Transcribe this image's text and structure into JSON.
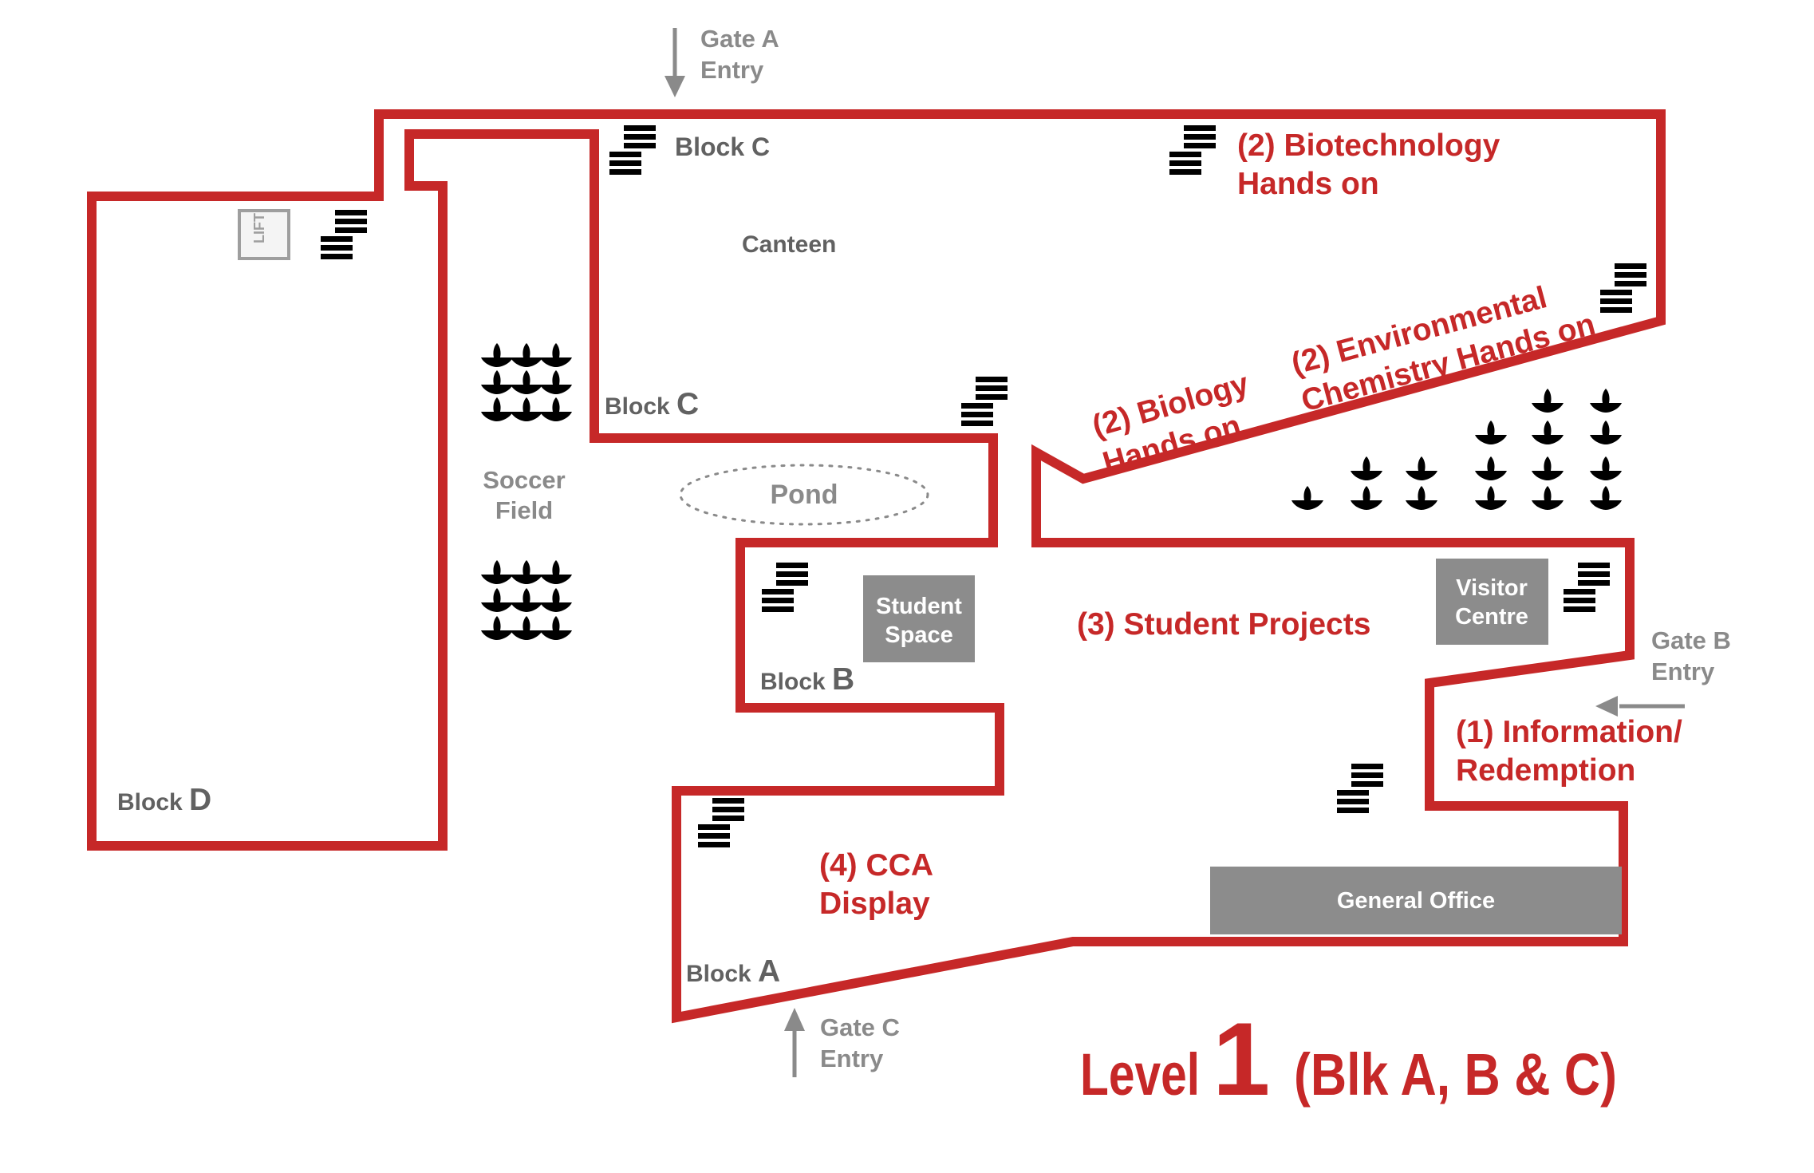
{
  "map": {
    "colors": {
      "outline": "#c62828",
      "grey": "#8a8a8a",
      "dark": "#616161",
      "room": "#8c8c8c"
    },
    "blocks": {
      "block_c_top": {
        "prefix": "Block ",
        "letter": "C"
      },
      "block_c_mid": {
        "prefix": "Block ",
        "letter": "C"
      },
      "block_b": {
        "prefix": "Block ",
        "letter": "B"
      },
      "block_a": {
        "prefix": "Block ",
        "letter": "A"
      },
      "block_d": {
        "prefix": "Block ",
        "letter": "D"
      }
    },
    "places": {
      "canteen": "Canteen",
      "soccer_field": [
        "Soccer",
        "Field"
      ],
      "pond": "Pond",
      "lift": "LIFT"
    },
    "rooms": {
      "student_space": [
        "Student",
        "Space"
      ],
      "visitor_centre": [
        "Visitor",
        "Centre"
      ],
      "general_office": "General Office"
    },
    "gates": {
      "a": [
        "Gate A",
        "Entry"
      ],
      "b": [
        "Gate B",
        "Entry"
      ],
      "c": [
        "Gate C",
        "Entry"
      ]
    },
    "activities": {
      "biotech": [
        "(2) Biotechnology",
        "Hands on"
      ],
      "env_chem": [
        "(2) Environmental",
        "Chemistry Hands on"
      ],
      "biology": [
        "(2) Biology",
        "Hands on"
      ],
      "student_projects": "(3) Student Projects",
      "info": [
        "(1) Information/",
        "Redemption"
      ],
      "cca": [
        "(4) CCA",
        "Display"
      ]
    },
    "title": {
      "level_word": "Level",
      "level_number": "1",
      "blocks": "(Blk A, B & C)"
    }
  }
}
